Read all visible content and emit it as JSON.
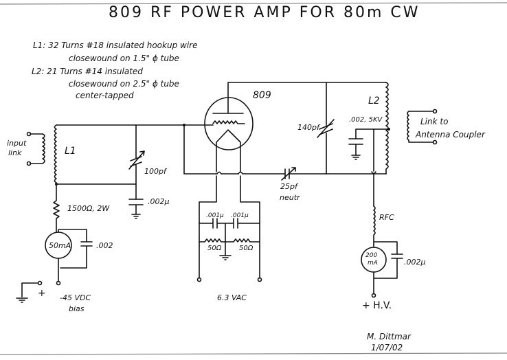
{
  "title": "809  RF  POWER  AMP  FOR  80m  CW",
  "notes": {
    "l1_line1": "L1:  32 Turns #18 insulated hookup wire",
    "l1_line2": "closewound on 1.5\" ϕ tube",
    "l2_line1": "L2:  21 Turns #14 insulated",
    "l2_line2": "closewound on 2.5\" ϕ tube",
    "l2_line3": "center-tapped"
  },
  "components": {
    "tube": "809",
    "input_link": "input\nlink",
    "input_link_1": "input",
    "input_link_2": "link",
    "l1": "L1",
    "l2": "L2",
    "grid_tune_cap": "100pf",
    "grid_bypass_cap": ".002µ",
    "grid_resistor": "1500Ω, 2W",
    "grid_meter": "50mA",
    "grid_meter_bypass": ".002",
    "bias_plus": "+",
    "bias_label_1": "-45 VDC",
    "bias_label_2": "bias",
    "filament_cap_left": ".001µ",
    "filament_cap_right": ".001µ",
    "filament_res_left": "50Ω",
    "filament_res_right": "50Ω",
    "filament_supply": "6.3 VAC",
    "neutralizing_cap_1": "25pf",
    "neutralizing_cap_2": "neutr",
    "plate_tune_cap": "140pf",
    "plate_bypass_cap": ".002, 5KV",
    "output_link_1": "Link to",
    "output_link_2": "Antenna Coupler",
    "rfc": "RFC",
    "plate_meter_1": "200",
    "plate_meter_2": "mA",
    "plate_meter_bypass": ".002µ",
    "hv_label": "+ H.V."
  },
  "signature": {
    "name": "M. Dittmar",
    "date": "1/07/02"
  }
}
